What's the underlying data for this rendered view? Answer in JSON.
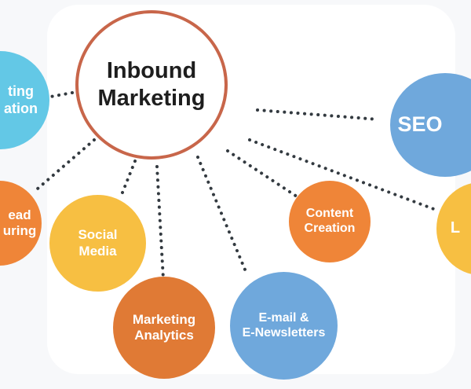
{
  "colors": {
    "blue": "#6fa8dc",
    "cyan": "#63c8e6",
    "yellow": "#f7bf42",
    "orange": "#ef8538",
    "dark_orange": "#e07a35",
    "hub_ring": "#c8664a",
    "dot": "#333a40"
  },
  "hub": {
    "label": "Inbound\nMarketing"
  },
  "nodes": {
    "lead_generation": {
      "label": "ting\nation"
    },
    "lead_nurturing": {
      "label": "ead\nuring"
    },
    "social_media": {
      "label": "Social\nMedia"
    },
    "marketing_analytics": {
      "label": "Marketing\nAnalytics"
    },
    "email_newsletters": {
      "label": "E-mail &\nE-Newsletters"
    },
    "content_creation": {
      "label": "Content\nCreation"
    },
    "seo": {
      "label": "SEO"
    },
    "landing_pages": {
      "label": "L"
    }
  }
}
